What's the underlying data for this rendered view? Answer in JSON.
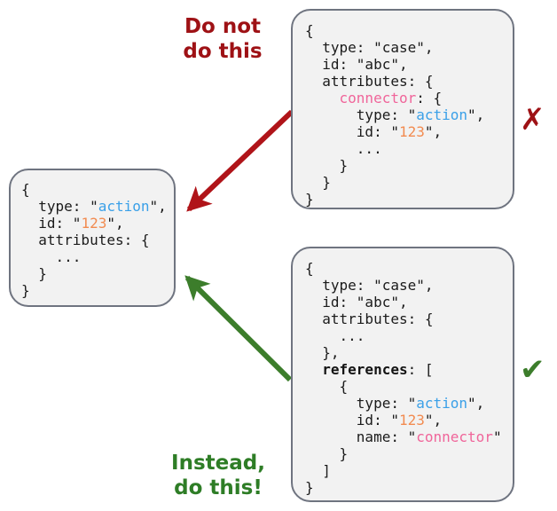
{
  "diagram": {
    "labels": {
      "bad": "Do not\ndo this",
      "good": "Instead,\ndo this!"
    },
    "marks": {
      "cross": "✗",
      "check": "✔"
    },
    "colors": {
      "bad": "#9e1115",
      "good": "#2e7d26",
      "arrow_bad": "#b01419",
      "arrow_good": "#3c7d2b",
      "box_border": "#6f7480",
      "box_fill": "#f2f2f2",
      "string": "#3aa0e8",
      "number": "#f28b50",
      "key_highlight": "#f0659a",
      "text": "#1b1b1b"
    },
    "boxes": {
      "target": {
        "name": "action-object",
        "lines": [
          "{",
          "  type: \"action\",",
          "  id: \"123\",",
          "  attributes: {",
          "    ...",
          "  }",
          "}"
        ]
      },
      "bad_example": {
        "name": "case-object-with-nested-connector",
        "lines": [
          "{",
          "  type: \"case\",",
          "  id: \"abc\",",
          "  attributes: {",
          "    connector: {",
          "      type: \"action\",",
          "      id: \"123\",",
          "      ...",
          "    }",
          "  }",
          "}"
        ]
      },
      "good_example": {
        "name": "case-object-with-references",
        "lines": [
          "{",
          "  type: \"case\",",
          "  id: \"abc\",",
          "  attributes: {",
          "    ...",
          "  },",
          "  references: [",
          "    {",
          "      type: \"action\",",
          "      id: \"123\",",
          "      name: \"connector\"",
          "    }",
          "  ]",
          "}"
        ]
      }
    }
  }
}
